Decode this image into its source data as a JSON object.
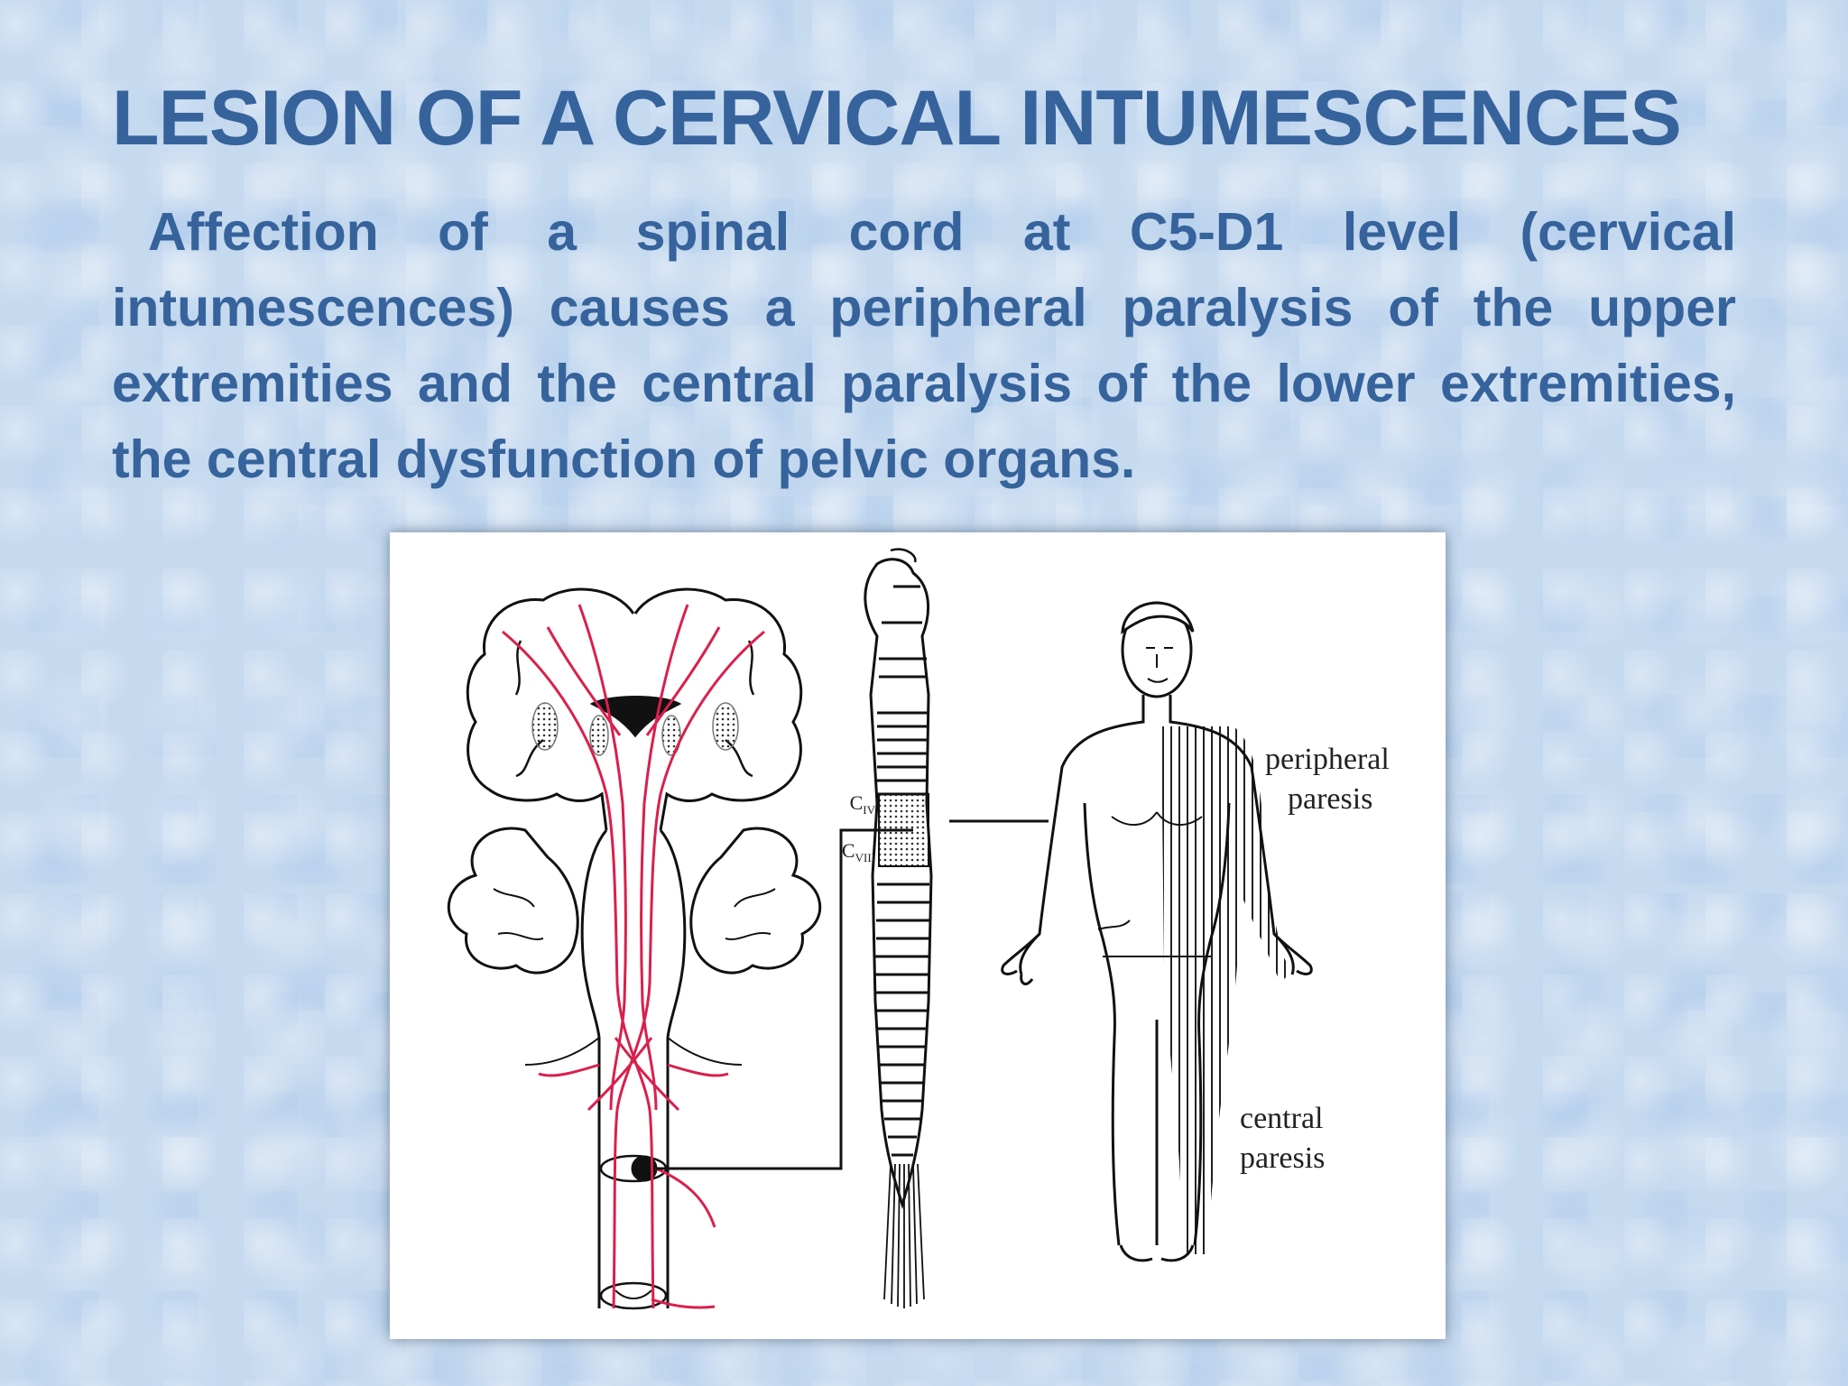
{
  "title": "LESION OF A CERVICAL INTUMESCENCES",
  "body_text": "Affection of a spinal cord at C5-D1 level (cervical intumescences) causes a peripheral paralysis of the upper extremities and the central paralysis of the lower extremities, the central dysfunction of pelvic organs.",
  "figure": {
    "label_peripheral_line1": "peripheral",
    "label_peripheral_line2": "paresis",
    "label_central_line1": "central",
    "label_central_line2": "paresis",
    "label_civ_main": "C",
    "label_civ_sub": "IV",
    "label_cviii_main": "C",
    "label_cviii_sub": "VIII",
    "tract_color": "#d9204c"
  }
}
